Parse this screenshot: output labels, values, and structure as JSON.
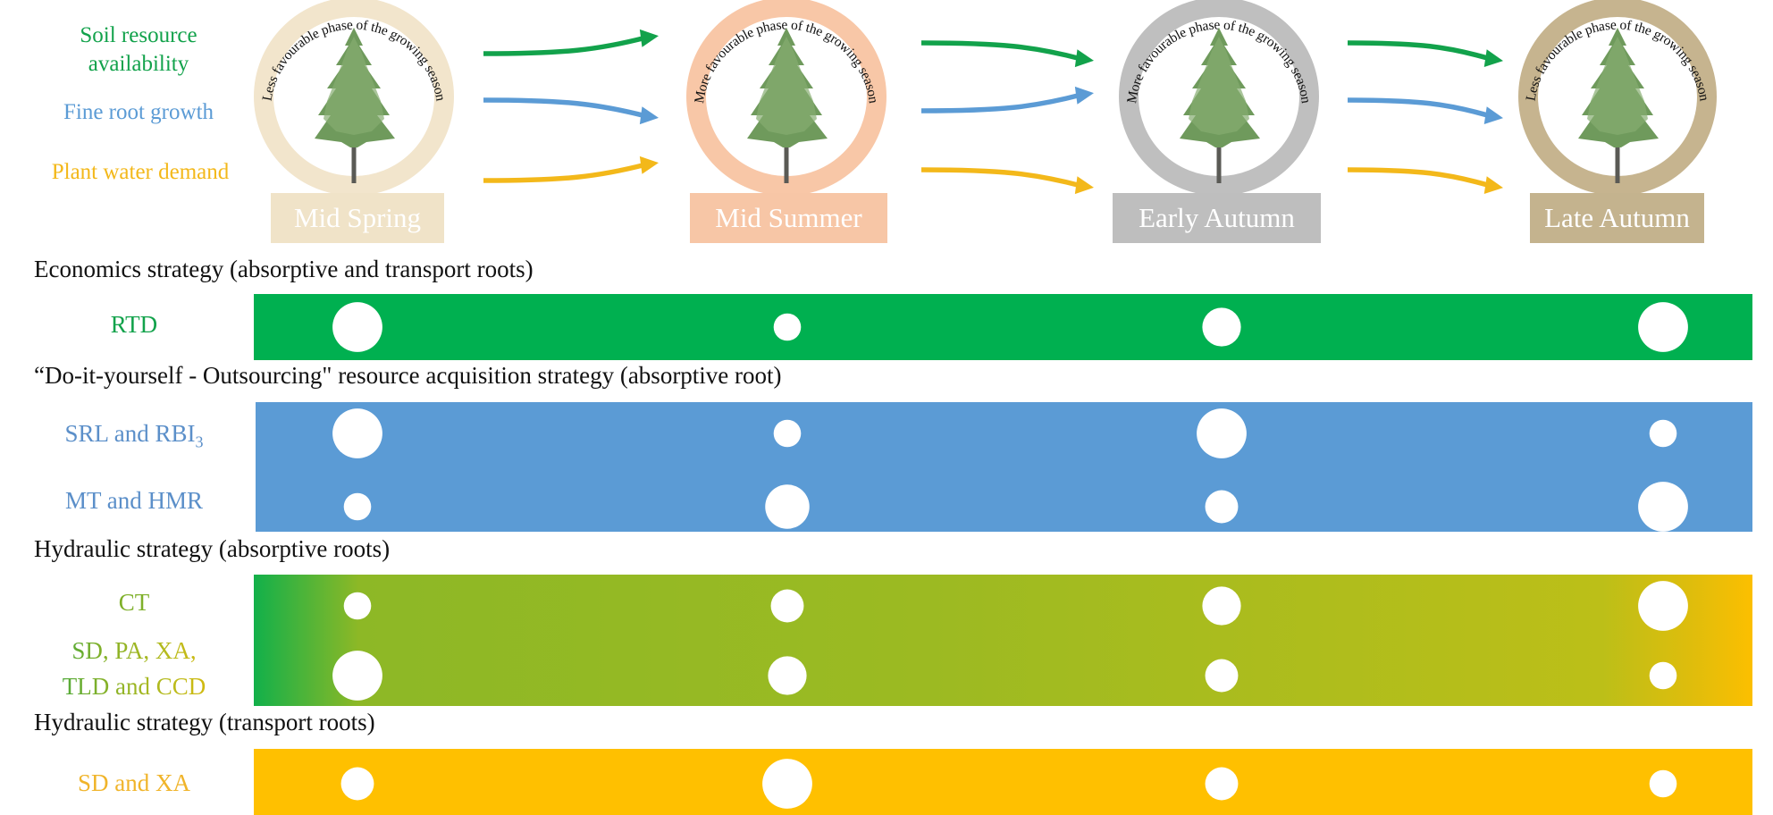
{
  "legend": {
    "soil": "Soil resource availability",
    "soil_line1": "Soil resource",
    "soil_line2": "availability",
    "root": "Fine root growth",
    "water": "Plant water demand"
  },
  "colors": {
    "soil": "#12a24b",
    "root": "#5b9bd5",
    "water": "#f3b81a",
    "economics_bar": "#00b050",
    "outsourcing_bar": "#5b9bd5",
    "hydraulic_bar_start": "#12b04a",
    "hydraulic_bar_mid": "#8db826",
    "hydraulic_bar_mid2": "#bcbf18",
    "hydraulic_bar_end": "#fcbf00",
    "transport_bar": "#ffc000",
    "rtd_label": "#12a24b",
    "blue_label": "#5b8fc9",
    "ct_label": "#7fb02a",
    "sdxa_label": "#f0b42a"
  },
  "seasons": [
    {
      "name": "Mid Spring",
      "phase": "Less favourable phase of the growing season",
      "ring_color": "#f2e5cc",
      "label_color": "#f0e3c8"
    },
    {
      "name": "Mid Summer",
      "phase": "More favourable phase of the growing season",
      "ring_color": "#f8c7a7",
      "label_color": "#f7c6a6"
    },
    {
      "name": "Early Autumn",
      "phase": "More favourable phase of the growing season",
      "ring_color": "#bfbfbf",
      "label_color": "#bebebe"
    },
    {
      "name": "Late Autumn",
      "phase": "Less favourable phase of the growing season",
      "ring_color": "#c6b48f",
      "label_color": "#c4b38e"
    }
  ],
  "transitions": [
    {
      "from": "Mid Spring",
      "to": "Mid Summer",
      "soil": "up",
      "root": "down",
      "water": "up"
    },
    {
      "from": "Mid Summer",
      "to": "Early Autumn",
      "soil": "down",
      "root": "up",
      "water": "down"
    },
    {
      "from": "Early Autumn",
      "to": "Late Autumn",
      "soil": "down",
      "root": "down",
      "water": "down"
    }
  ],
  "sections": [
    {
      "heading": "Economics strategy (absorptive and transport roots)",
      "rows": [
        {
          "label": "RTD",
          "sizes": [
            3,
            1,
            2,
            3
          ]
        }
      ]
    },
    {
      "heading": "“Do-it-yourself - Outsourcing\" resource acquisition strategy (absorptive root)",
      "rows": [
        {
          "label": "SRL and RBI",
          "label_sub": "3",
          "sizes": [
            3,
            1,
            3,
            1
          ]
        },
        {
          "label": "MT and HMR",
          "sizes": [
            1,
            2.5,
            1.5,
            3
          ]
        }
      ]
    },
    {
      "heading": "Hydraulic strategy (absorptive roots)",
      "rows": [
        {
          "label": "CT",
          "sizes": [
            1,
            1.5,
            2,
            3
          ]
        },
        {
          "label": "SD, PA, XA,",
          "label_line2": "TLD and CCD",
          "sizes": [
            3,
            2,
            1.5,
            1
          ]
        }
      ]
    },
    {
      "heading": "Hydraulic strategy (transport roots)",
      "rows": [
        {
          "label": "SD and XA",
          "sizes": [
            1.5,
            3,
            1.5,
            1
          ]
        }
      ]
    }
  ]
}
